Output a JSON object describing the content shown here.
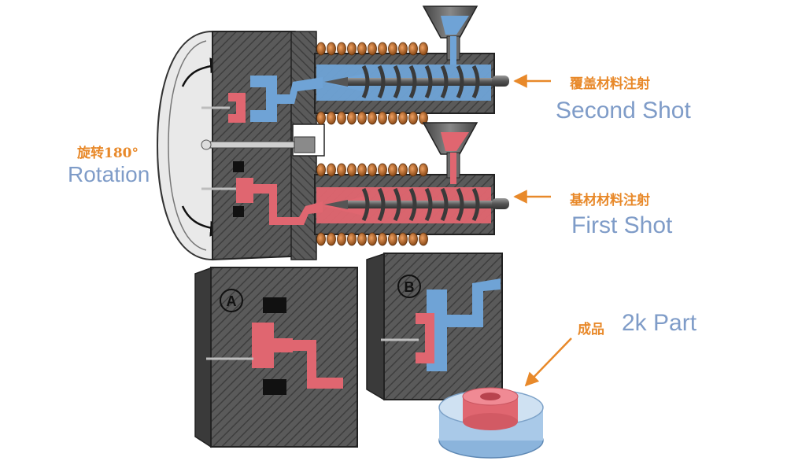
{
  "labels": {
    "second_shot_cn": "覆盖材料注射",
    "second_shot_en": "Second Shot",
    "first_shot_cn": "基材材料注射",
    "first_shot_en": "First Shot",
    "rotation_cn": "旋转180°",
    "rotation_en": "Rotation",
    "part_cn": "成品",
    "part_en": "2k Part",
    "mold_a": "A",
    "mold_b": "B"
  },
  "colors": {
    "first_material": "#e06670",
    "second_material": "#6fa3d6",
    "arrow": "#e8892a",
    "steel": "#555555",
    "heater_coil": "#c8732a"
  }
}
